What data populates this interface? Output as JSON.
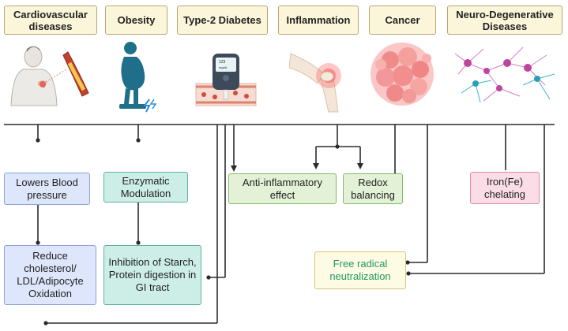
{
  "diseases": [
    {
      "label": "Cardiovascular diseases"
    },
    {
      "label": "Obesity"
    },
    {
      "label": "Type-2 Diabetes"
    },
    {
      "label": "Inflammation"
    },
    {
      "label": "Cancer"
    },
    {
      "label": "Neuro-Degenerative Diseases"
    }
  ],
  "glucometer": {
    "line1": "123",
    "line2": "mg/dL"
  },
  "effects": {
    "lowers_bp": "Lowers Blood pressure",
    "enzymatic": "Enzymatic Modulation",
    "reduce_chol": "Reduce cholesterol/ LDL/Adipocyte Oxidation",
    "inhibition": "Inhibition of Starch, Protein digestion in GI tract",
    "anti_inflam": "Anti-inflammatory effect",
    "redox": "Redox balancing",
    "iron": "Iron(Fe) chelating",
    "free_radical": "Free radical neutralization"
  },
  "colors": {
    "header_bg": "#fbf6d9",
    "blue_box": "#dde6fb",
    "teal_box": "#cdeee6",
    "green_box": "#e3f2d7",
    "pink_box": "#fbdde8",
    "yellow_box": "#fdfbe3",
    "free_radical_text": "#1d9a63",
    "line": "#2b2b2b"
  }
}
